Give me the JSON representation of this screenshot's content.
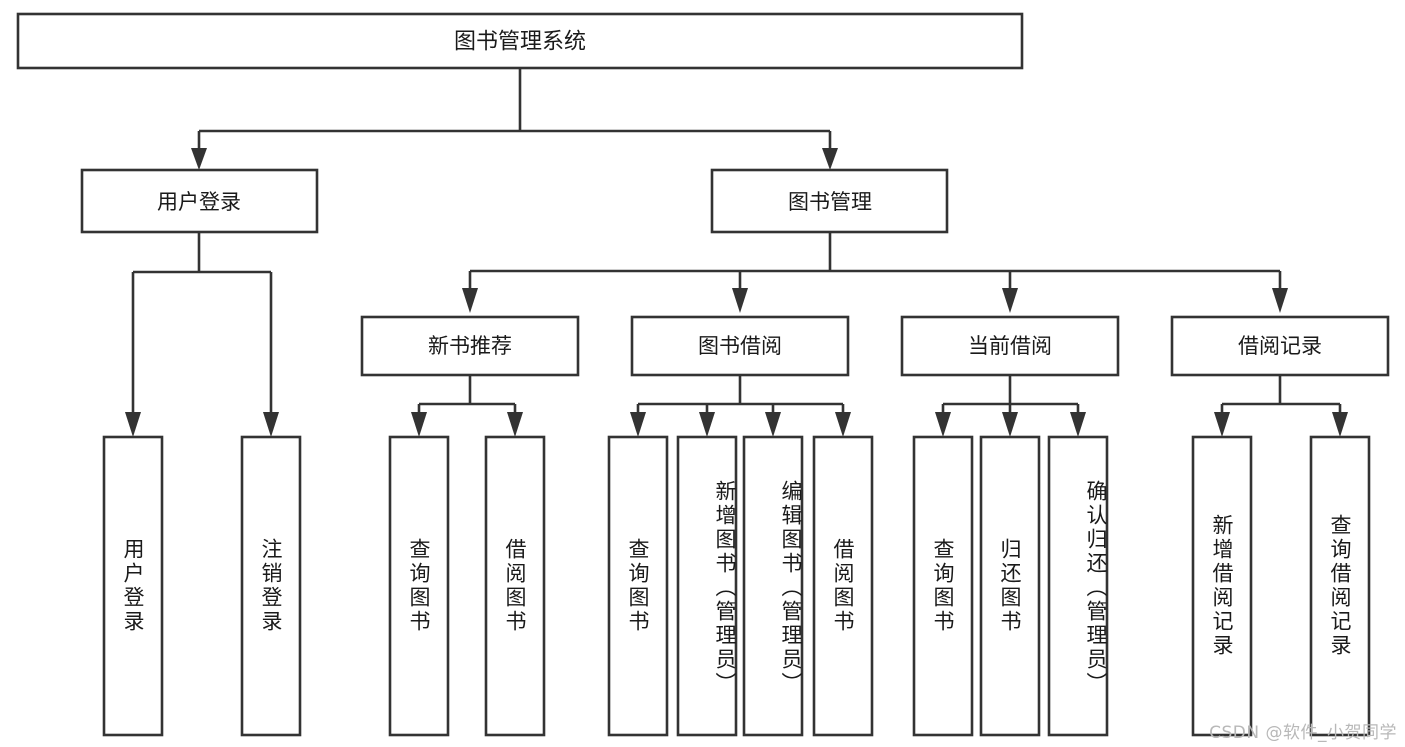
{
  "diagram": {
    "type": "tree-hierarchy",
    "title": "图书管理系统",
    "watermark": "CSDN @软件_小贺同学",
    "colors": {
      "background": "#ffffff",
      "box_fill": "#ffffff",
      "box_stroke": "#333333",
      "text": "#1a1a1a",
      "watermark": "#b8b8b8"
    },
    "levels": {
      "root": {
        "label": "图书管理系统"
      },
      "level2": [
        {
          "id": "user-login",
          "label": "用户登录"
        },
        {
          "id": "book-management",
          "label": "图书管理"
        }
      ],
      "level3": [
        {
          "id": "new-book-recommend",
          "label": "新书推荐",
          "parent": "book-management"
        },
        {
          "id": "book-borrow",
          "label": "图书借阅",
          "parent": "book-management"
        },
        {
          "id": "current-borrow",
          "label": "当前借阅",
          "parent": "book-management"
        },
        {
          "id": "borrow-record",
          "label": "借阅记录",
          "parent": "book-management"
        }
      ],
      "leaves": [
        {
          "id": "leaf-user-login",
          "label": "用户登录",
          "parent": "user-login"
        },
        {
          "id": "leaf-logout-login",
          "label": "注销登录",
          "parent": "user-login"
        },
        {
          "id": "leaf-query-book-1",
          "label": "查询图书",
          "parent": "new-book-recommend"
        },
        {
          "id": "leaf-borrow-book-1",
          "label": "借阅图书",
          "parent": "new-book-recommend"
        },
        {
          "id": "leaf-query-book-2",
          "label": "查询图书",
          "parent": "book-borrow"
        },
        {
          "id": "leaf-add-book",
          "label": "新增图书（管理员）",
          "parent": "book-borrow"
        },
        {
          "id": "leaf-edit-book",
          "label": "编辑图书（管理员）",
          "parent": "book-borrow"
        },
        {
          "id": "leaf-borrow-book-2",
          "label": "借阅图书",
          "parent": "book-borrow"
        },
        {
          "id": "leaf-query-book-3",
          "label": "查询图书",
          "parent": "current-borrow"
        },
        {
          "id": "leaf-return-book",
          "label": "归还图书",
          "parent": "current-borrow"
        },
        {
          "id": "leaf-confirm-return",
          "label": "确认归还（管理员）",
          "parent": "current-borrow"
        },
        {
          "id": "leaf-add-borrow-record",
          "label": "新增借阅记录",
          "parent": "borrow-record"
        },
        {
          "id": "leaf-query-borrow-record",
          "label": "查询借阅记录",
          "parent": "borrow-record"
        }
      ]
    }
  }
}
